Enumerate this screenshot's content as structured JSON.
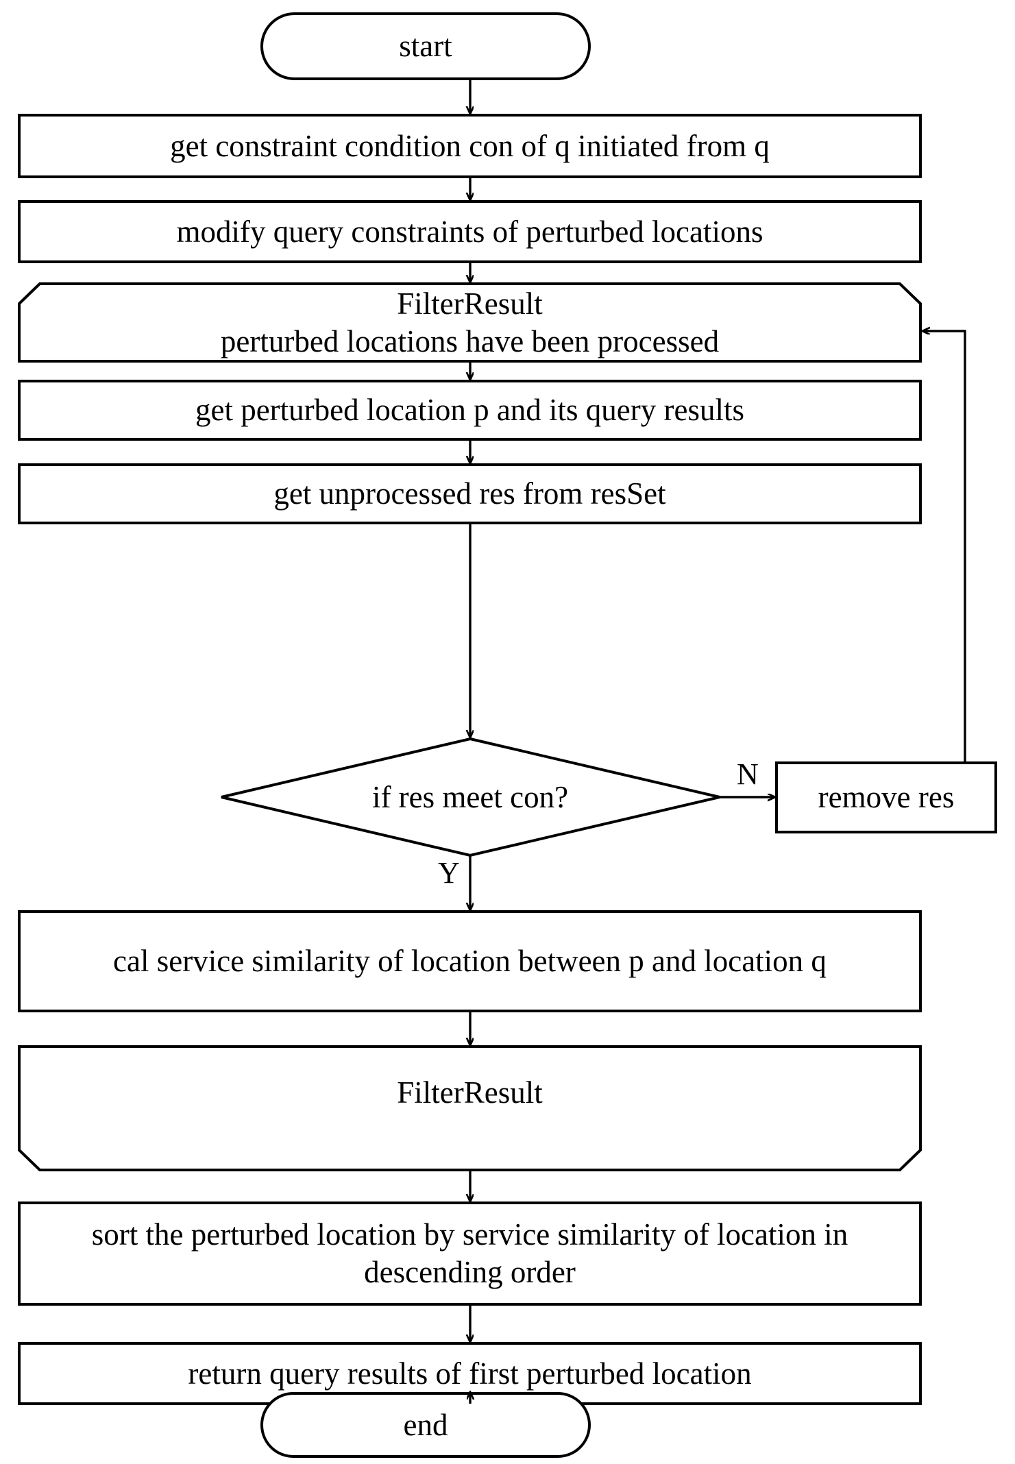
{
  "diagram": {
    "type": "flowchart",
    "title": "Privacy-preserving query result filtering flowchart",
    "orientation": "top-to-bottom",
    "background_color": "#ffffff",
    "line_color": "#000000",
    "text_color": "#000000"
  },
  "nodes": [
    {
      "id": "start",
      "shape": "terminator",
      "label": "start"
    },
    {
      "id": "get-constraint",
      "shape": "process",
      "label": "get constraint condition con of q initiated from q"
    },
    {
      "id": "modify-constraints",
      "shape": "process",
      "label": "modify query constraints of perturbed locations"
    },
    {
      "id": "loop-start",
      "shape": "loop-limit-start",
      "label": "FilterResult\nperturbed locations have been processed",
      "line1": "FilterResult",
      "line2": "perturbed locations have been processed"
    },
    {
      "id": "get-perturbed-location",
      "shape": "process",
      "label": "get perturbed location p and its query results"
    },
    {
      "id": "get-unprocessed-res",
      "shape": "process",
      "label": "get unprocessed res from resSet"
    },
    {
      "id": "decision-res-meet-con",
      "shape": "decision",
      "label": "if res meet con?"
    },
    {
      "id": "remove-res",
      "shape": "process",
      "label": "remove res"
    },
    {
      "id": "cal-service-similarity",
      "shape": "process",
      "label": "cal service similarity of location between p and location q",
      "line1": "cal service similarity of location between p and",
      "line2": "location q"
    },
    {
      "id": "loop-end",
      "shape": "loop-limit-end",
      "label": "FilterResult"
    },
    {
      "id": "sort-perturbed-location",
      "shape": "process",
      "label": "sort the perturbed location by service similarity of location in descending order",
      "line1": "sort the perturbed location by service similarity",
      "line2": "of location in descending order"
    },
    {
      "id": "return-query-results",
      "shape": "process",
      "label": "return query results of first perturbed location"
    },
    {
      "id": "end",
      "shape": "terminator",
      "label": "end"
    }
  ],
  "edges": [
    {
      "from": "start",
      "to": "get-constraint",
      "label": ""
    },
    {
      "from": "get-constraint",
      "to": "modify-constraints",
      "label": ""
    },
    {
      "from": "modify-constraints",
      "to": "loop-start",
      "label": ""
    },
    {
      "from": "loop-start",
      "to": "get-perturbed-location",
      "label": ""
    },
    {
      "from": "get-perturbed-location",
      "to": "get-unprocessed-res",
      "label": ""
    },
    {
      "from": "get-unprocessed-res",
      "to": "decision-res-meet-con",
      "label": ""
    },
    {
      "from": "decision-res-meet-con",
      "to": "remove-res",
      "label": "N"
    },
    {
      "from": "decision-res-meet-con",
      "to": "cal-service-similarity",
      "label": "Y"
    },
    {
      "from": "remove-res",
      "to": "loop-start",
      "label": ""
    },
    {
      "from": "cal-service-similarity",
      "to": "loop-end",
      "label": ""
    },
    {
      "from": "loop-end",
      "to": "sort-perturbed-location",
      "label": ""
    },
    {
      "from": "sort-perturbed-location",
      "to": "return-query-results",
      "label": ""
    },
    {
      "from": "return-query-results",
      "to": "end",
      "label": ""
    }
  ],
  "edge_labels": {
    "no_branch": "N",
    "yes_branch": "Y"
  }
}
